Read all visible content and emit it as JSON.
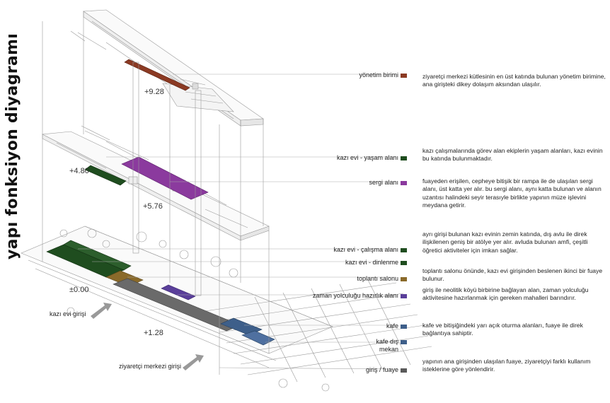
{
  "title": "yapı fonksiyon diyagramı",
  "elevations": {
    "e928": "+9.28",
    "e480": "+4.80",
    "e576": "+5.76",
    "e000": "±0.00",
    "e128": "+1.28"
  },
  "entrances": {
    "kazi_evi": "kazı evi girişi",
    "ziyaretci": "ziyaretçi merkezi girişi"
  },
  "legend": [
    {
      "label": "yönetim birimi",
      "color": "#8b3a23"
    },
    {
      "label": "kazı evi - yaşam alanı",
      "color": "#1f4d1f"
    },
    {
      "label": "sergi alanı",
      "color": "#8b3a9e"
    },
    {
      "label": "kazı evi - çalışma alanı",
      "color": "#1f4d1f"
    },
    {
      "label": "kazı evi - dinlenme",
      "color": "#1f4d1f"
    },
    {
      "label": "toplantı salonu",
      "color": "#8a6a2a"
    },
    {
      "label": "zaman yolculuğu hazırlık alanı",
      "color": "#5a3f9a"
    },
    {
      "label": "kafe",
      "color": "#3e5f8a"
    },
    {
      "label_line1": "kafe dış",
      "label_line2": "mekan",
      "color": "#3e5f8a"
    },
    {
      "label": "giriş / fuaye",
      "color": "#5a5a5a"
    }
  ],
  "descriptions": [
    "ziyaretçi merkezi kütlesinin en üst katında bulunan yönetim birimine, ana girişteki dikey dolaşım aksından ulaşılır.",
    "kazı çalışmalarında görev alan ekiplerin yaşam alanları, kazı evinin bu katında bulunmaktadır.",
    "fuayeden erişilen, cepheye bitişik bir rampa ile de ulaşılan sergi alanı, üst katta yer alır. bu sergi alanı, aynı katta bulunan ve alanın uzantısı halindeki seyir terasıyle birlikte yapının müze işlevini meydana getirir.",
    "ayrı girişi bulunan kazı evinin zemin katında, dış avlu ile direk ilişkilenen geniş bir atölye yer alır. avluda bulunan amfi, çeşitli öğretici aktiviteler için imkan sağlar.",
    "toplantı salonu önünde, kazı evi girişinden beslenen ikinci bir fuaye bulunur.",
    "giriş ile neolitik köyü birbirine bağlayan alan, zaman yolculuğu aktivitesine hazırlanmak için gereken mahalleri barındırır.",
    "kafe ve bitişiğindeki yarı açık oturma alanları, fuaye ile direk bağlantıya sahiptir.",
    "yapının ana girişinden ulaşılan fuaye, ziyaretçiyi farklı kullanım isteklerine göre yönlendirir."
  ]
}
